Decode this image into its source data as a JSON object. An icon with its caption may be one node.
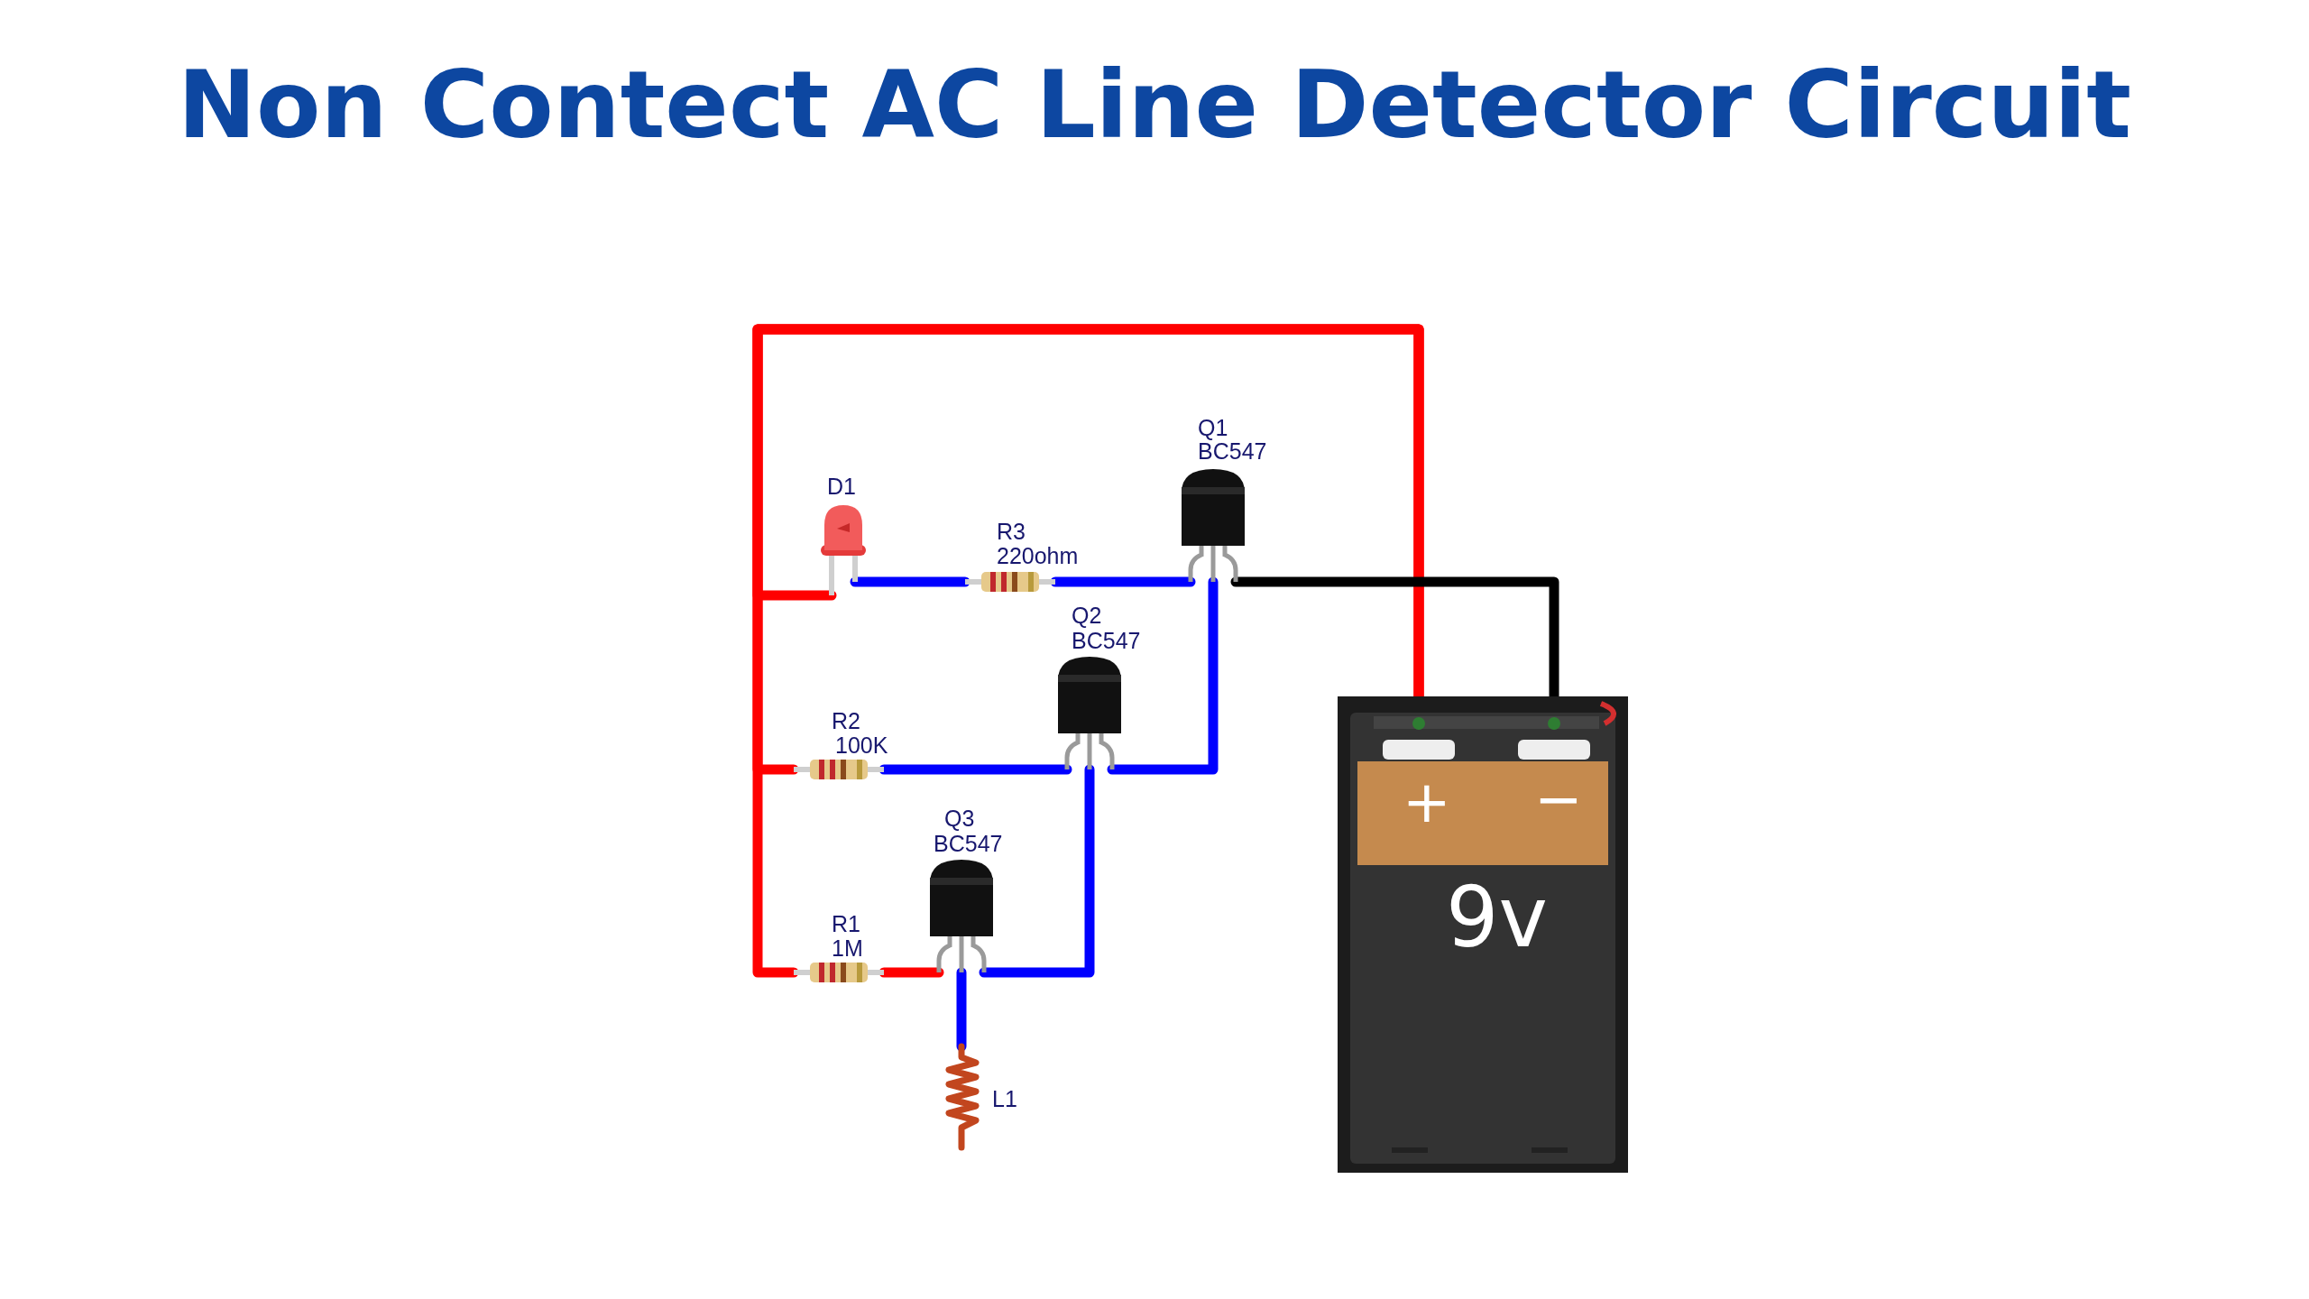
{
  "diagram": {
    "title": "Non Contect AC Line Detector Circuit",
    "nodes": [
      {
        "text": [
          "D1"
        ]
      },
      {
        "text": [
          "R3",
          "220ohm"
        ]
      },
      {
        "text": [
          "Q1",
          "BC547"
        ]
      },
      {
        "text": [
          "Q2",
          "BC547"
        ]
      },
      {
        "text": [
          "R2",
          "100K"
        ]
      },
      {
        "text": [
          "Q3",
          "BC547"
        ]
      },
      {
        "text": [
          "R1",
          "1M"
        ]
      },
      {
        "text": [
          "L1"
        ]
      },
      {
        "text": [
          "+",
          "−",
          "9v"
        ]
      }
    ],
    "edges": [
      {
        "from": 8,
        "to": 0,
        "arrow": "none",
        "color": "#ff0000"
      },
      {
        "from": 8,
        "to": 4,
        "arrow": "none",
        "color": "#ff0000"
      },
      {
        "from": 8,
        "to": 6,
        "arrow": "none",
        "color": "#ff0000"
      },
      {
        "from": 0,
        "to": 1,
        "arrow": "none"
      },
      {
        "from": 1,
        "to": 2,
        "arrow": "none"
      },
      {
        "from": 3,
        "to": 2,
        "arrow": "none"
      },
      {
        "from": 4,
        "to": 3,
        "arrow": "none"
      },
      {
        "from": 5,
        "to": 3,
        "arrow": "none"
      },
      {
        "from": 6,
        "to": 5,
        "arrow": "none",
        "color": "#ff0000"
      },
      {
        "from": 5,
        "to": 7,
        "arrow": "none"
      },
      {
        "from": 2,
        "to": 8,
        "arrow": "none",
        "color": "#000000"
      }
    ]
  }
}
